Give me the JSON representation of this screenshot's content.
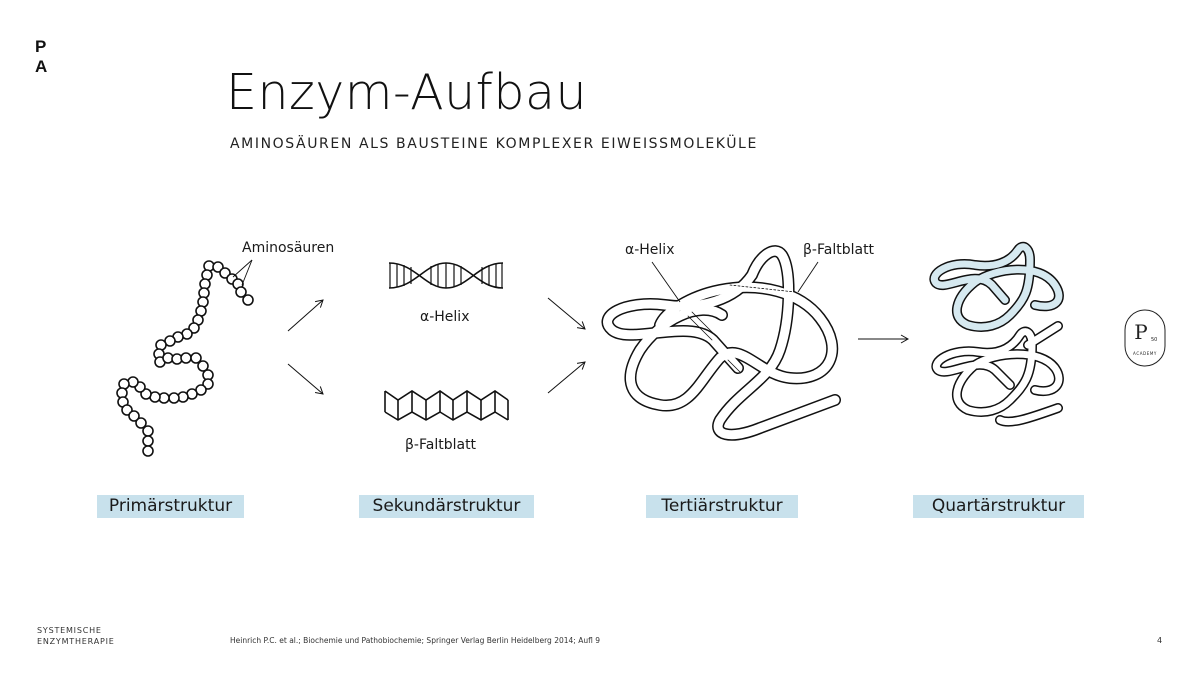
{
  "logo": {
    "line1": "P",
    "line2": "A"
  },
  "header": {
    "title": "Enzym-Aufbau",
    "subtitle": "AMINOSÄUREN ALS BAUSTEINE KOMPLEXER EIWEISSMOLEKÜLE"
  },
  "diagram": {
    "annotations": {
      "aminosaeuren": "Aminosäuren",
      "secondary_helix": "α-Helix",
      "secondary_sheet": "β-Faltblatt",
      "tertiary_helix": "α-Helix",
      "tertiary_sheet": "β-Faltblatt"
    },
    "stages": [
      {
        "label": "Primärstruktur"
      },
      {
        "label": "Sekundärstruktur"
      },
      {
        "label": "Tertiärstruktur"
      },
      {
        "label": "Quartärstruktur"
      }
    ],
    "colors": {
      "label_bg": "#c8e1ec",
      "quaternary_fill": "#d6e9f0",
      "stroke": "#111111"
    }
  },
  "badge": {
    "letter": "P",
    "number": "50",
    "text": "ACADEMY"
  },
  "footer": {
    "brand_line1": "SYSTEMISCHE",
    "brand_line2": "ENZYMTHERAPIE",
    "citation": "Heinrich P.C. et al.; Biochemie und Pathobiochemie; Springer Verlag Berlin Heidelberg 2014; Aufl 9",
    "page_number": "4"
  }
}
